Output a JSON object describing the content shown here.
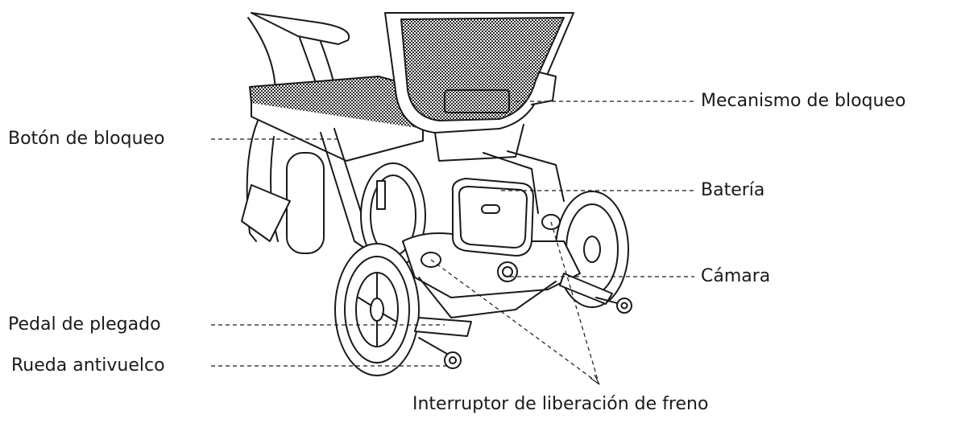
{
  "labels": {
    "lock_button": "Botón de bloqueo",
    "lock_mechanism": "Mecanismo de bloqueo",
    "battery": "Batería",
    "camera": "Cámara",
    "fold_pedal": "Pedal de plegado",
    "anti_tip_wheel": "Rueda antivuelco",
    "brake_release": "Interruptor de liberación de freno"
  },
  "colors": {
    "line": "#1a1a1a",
    "background": "#ffffff",
    "mesh": "#2a2a2a"
  }
}
